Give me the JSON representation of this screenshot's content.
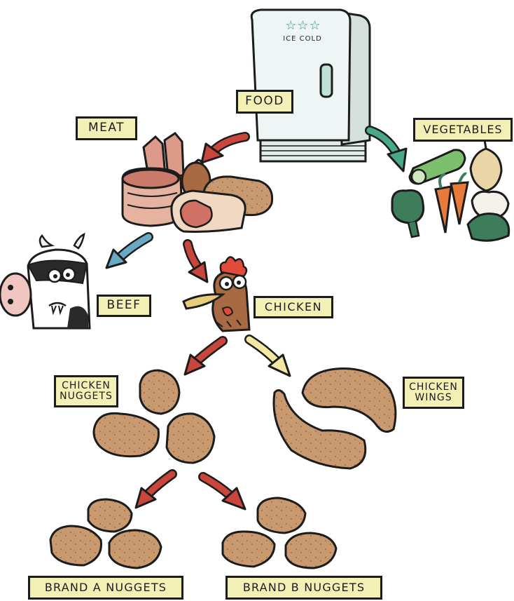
{
  "fridge": {
    "stars": "☆☆☆",
    "text": "ICE COLD"
  },
  "labels": {
    "food": "FOOD",
    "meat": "MEAT",
    "vegetables": "VEGETABLES",
    "beef": "BEEF",
    "chicken": "CHICKEN",
    "chicken_nuggets": "CHICKEN\nNUGGETS",
    "chicken_wings": "CHICKEN\nWINGS",
    "brand_a": "BRAND A NUGGETS",
    "brand_b": "BRAND B NUGGETS"
  },
  "colors": {
    "label_fill": "#f3f0b6",
    "arrow_red": "#c9463d",
    "arrow_teal": "#4aa88a",
    "arrow_blue": "#6aa9c4",
    "arrow_cream": "#f3e7a2",
    "nugget": "#c99a70",
    "outline": "#1c1c1c"
  }
}
